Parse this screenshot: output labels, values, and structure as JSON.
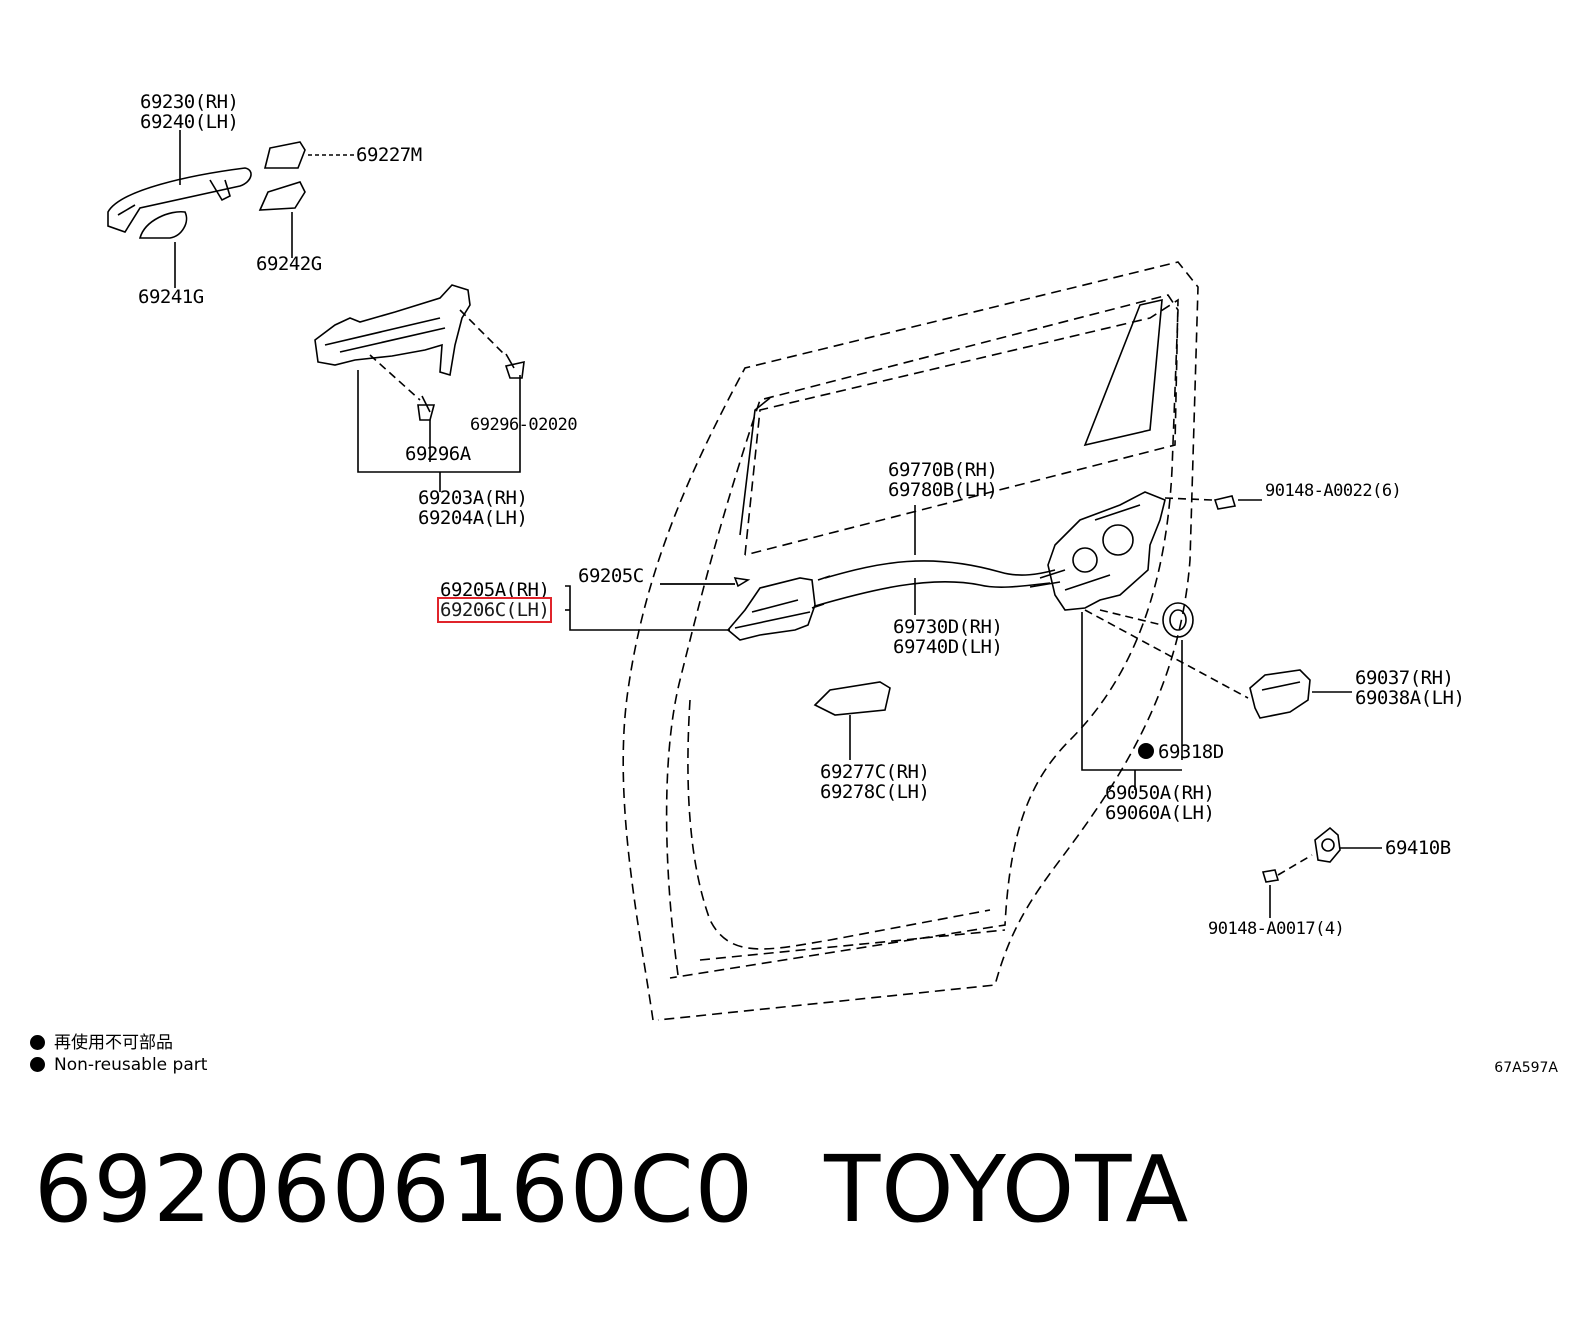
{
  "callouts": {
    "c69230": "69230(RH)",
    "c69240": "69240(LH)",
    "c69227": "69227M",
    "c69242": "69242G",
    "c69241": "69241G",
    "c69296b": "69296-02020",
    "c69296a": "69296A",
    "c69203": "69203A(RH)",
    "c69204": "69204A(LH)",
    "c69770": "69770B(RH)",
    "c69780": "69780B(LH)",
    "c90148a": "90148-A0022(6)",
    "c69205a": "69205A(RH)",
    "c69206": "69206C(LH)",
    "c69205c": "69205C",
    "c69730": "69730D(RH)",
    "c69740": "69740D(LH)",
    "c69037": "69037(RH)",
    "c69038": "69038A(LH)",
    "c69318": "69318D",
    "c69277": "69277C(RH)",
    "c69278": "69278C(LH)",
    "c69050": "69050A(RH)",
    "c69060": "69060A(LH)",
    "c69410": "69410B",
    "c90148b": "90148-A0017(4)"
  },
  "highlighted_part": "69206C(LH)",
  "highlight_color": "#e0242b",
  "legend": {
    "zh": "再使用不可部品",
    "en": "Non-reusable part",
    "marker_icon": "filled-circle-icon"
  },
  "diagram_code": "67A597A",
  "caption": {
    "part_number": "6920606160C0",
    "brand": "TOYOTA"
  }
}
